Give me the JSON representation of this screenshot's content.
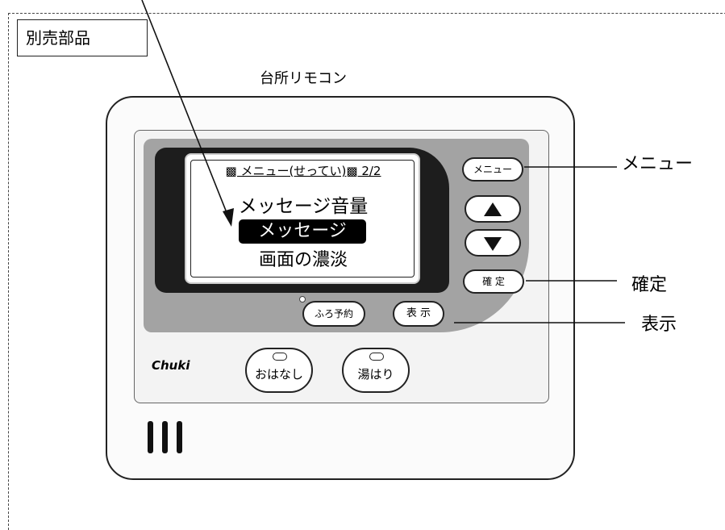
{
  "label_sold_separately": "別売部品",
  "remote_title": "台所リモコン",
  "lcd": {
    "header": "▩ メニュー(せってい)▩ 2/2",
    "line1": "メッセージ音量",
    "line2_selected": "メッセージ",
    "line3": "画面の濃淡"
  },
  "buttons": {
    "menu": "メニュー",
    "confirm": "確 定",
    "furo_yoyaku": "ふろ予約",
    "display": "表 示",
    "ohanashi": "おはなし",
    "yuhari": "湯はり"
  },
  "brand": "Chuki",
  "callouts": {
    "menu": "メニュー",
    "confirm": "確定",
    "display": "表示"
  },
  "icons": {
    "up": "up-triangle-icon",
    "down": "down-triangle-icon",
    "arrow": "pointer-arrow-icon"
  }
}
